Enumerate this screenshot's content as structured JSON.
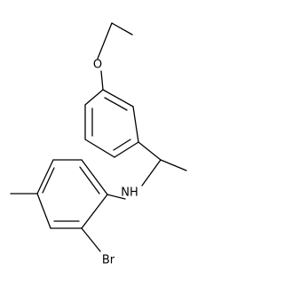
{
  "molecule": {
    "atoms": {
      "oxygen": "O",
      "amine": "NH",
      "bromine": "Br"
    }
  }
}
